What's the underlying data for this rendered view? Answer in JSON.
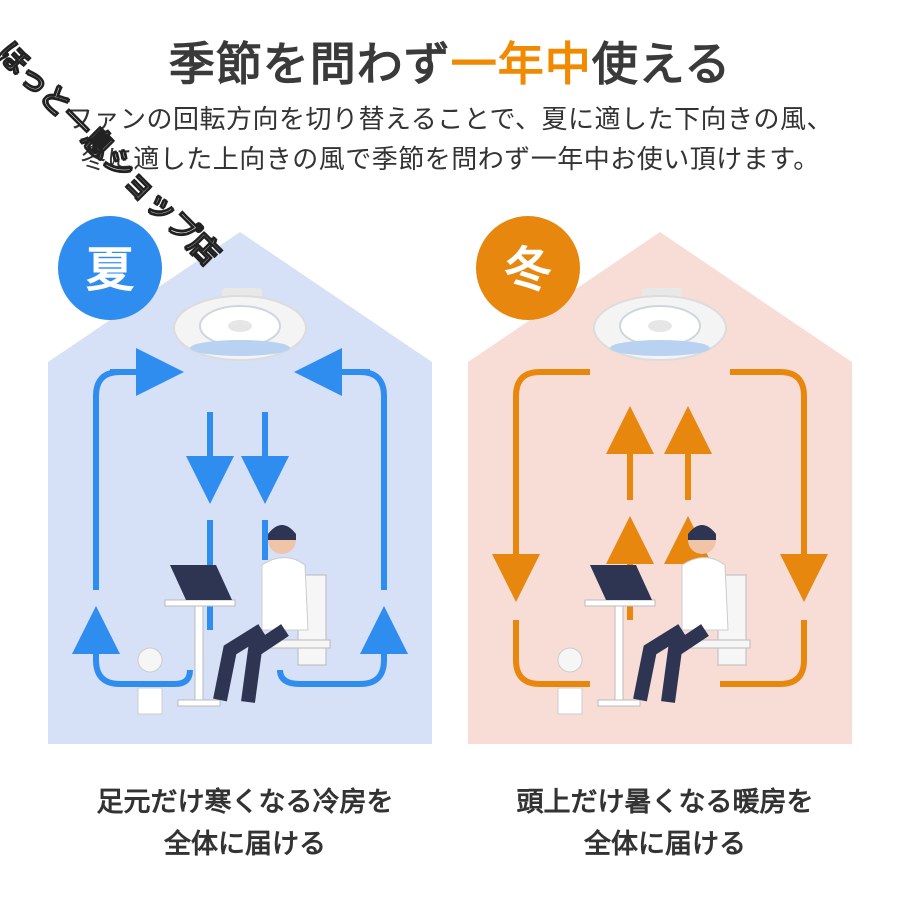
{
  "title": {
    "part1": "季節を問わず",
    "accent": "一年中",
    "part2": "使える"
  },
  "description": {
    "line1": "ファンの回転方向を切り替えることで、夏に適した下向きの風、",
    "line2": "冬に適した上向きの風で季節を問わず一年中お使い頂けます。"
  },
  "summer": {
    "badge": "夏",
    "color": "#2f8df0",
    "caption_line1": "足元だけ寒くなる冷房を",
    "caption_line2": "全体に届ける"
  },
  "winter": {
    "badge": "冬",
    "color": "#e8870e",
    "caption_line1": "頭上だけ暑くなる暖房を",
    "caption_line2": "全体に届ける"
  },
  "watermark": {
    "store": "ほっと一息ショップ店"
  },
  "colors": {
    "summer_bg": "#d6e0f6",
    "winter_bg": "#f8ddd7",
    "accent": "#f08a00"
  }
}
